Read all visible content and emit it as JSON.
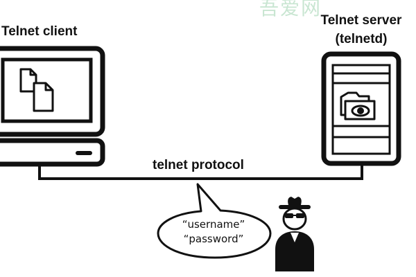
{
  "watermark": "吾爱网",
  "client": {
    "title": "Telnet client"
  },
  "server": {
    "title_line1": "Telnet server",
    "title_line2": "(telnetd)"
  },
  "protocol": {
    "label": "telnet protocol"
  },
  "bubble": {
    "username": "“username”",
    "password": "“password”"
  }
}
